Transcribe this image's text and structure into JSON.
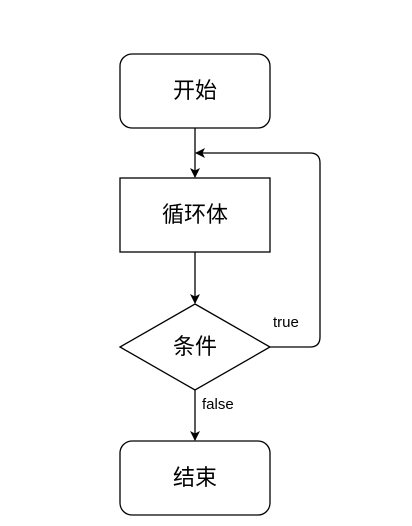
{
  "diagram": {
    "type": "flowchart",
    "nodes": {
      "start": {
        "label": "开始",
        "shape": "rounded-rectangle"
      },
      "loop_body": {
        "label": "循环体",
        "shape": "rectangle"
      },
      "condition": {
        "label": "条件",
        "shape": "diamond"
      },
      "end": {
        "label": "结束",
        "shape": "rounded-rectangle"
      }
    },
    "edges": {
      "start_to_body": {
        "from": "开始",
        "to": "循环体",
        "label": ""
      },
      "body_to_condition": {
        "from": "循环体",
        "to": "条件",
        "label": ""
      },
      "condition_true": {
        "from": "条件",
        "to": "循环体",
        "label": "true"
      },
      "condition_false": {
        "from": "条件",
        "to": "结束",
        "label": "false"
      }
    },
    "colors": {
      "stroke": "#000000",
      "fill": "#ffffff",
      "text": "#000000"
    }
  }
}
